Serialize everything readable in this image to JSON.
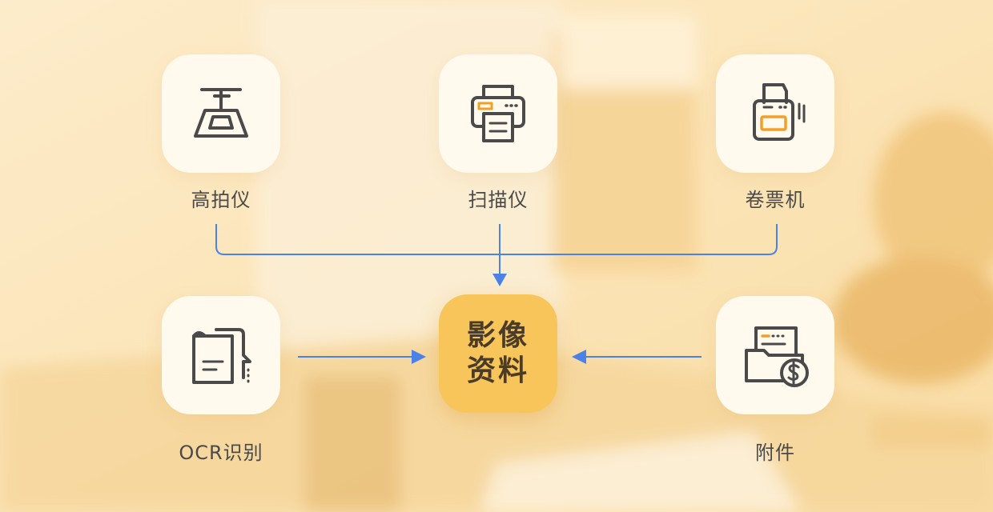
{
  "nodes": {
    "camera": {
      "label": "高拍仪",
      "icon": "document-camera-icon"
    },
    "scanner": {
      "label": "扫描仪",
      "icon": "scanner-printer-icon"
    },
    "receipt": {
      "label": "卷票机",
      "icon": "receipt-printer-icon"
    },
    "ocr": {
      "label": "OCR识别",
      "icon": "ocr-documents-icon"
    },
    "attachment": {
      "label": "附件",
      "icon": "folder-dollar-icon"
    }
  },
  "center": {
    "line1": "影像",
    "line2": "资料"
  },
  "colors": {
    "arrow": "#4a82e8",
    "accent": "#f0a026",
    "center_fill": "#f7c55a",
    "icon_stroke": "#4a4a4a",
    "tile_fill": "#fff9ee"
  }
}
